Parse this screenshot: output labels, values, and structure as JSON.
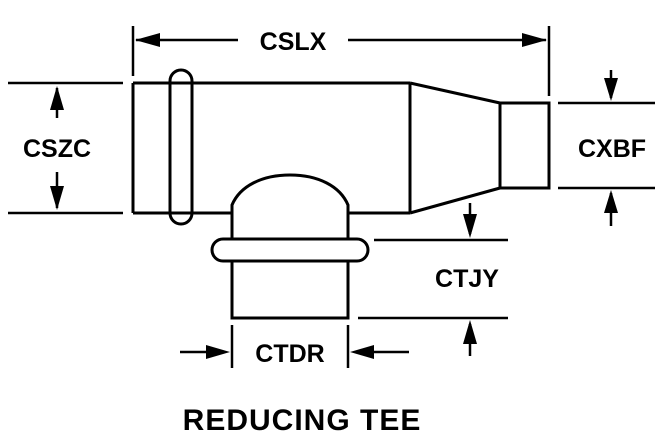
{
  "diagram": {
    "labels": {
      "overall_length": "CSLX",
      "large_end_diameter": "CSZC",
      "small_end_diameter": "CXBF",
      "branch_height": "CTJY",
      "branch_diameter": "CTDR"
    },
    "title": "REDUCING TEE"
  }
}
